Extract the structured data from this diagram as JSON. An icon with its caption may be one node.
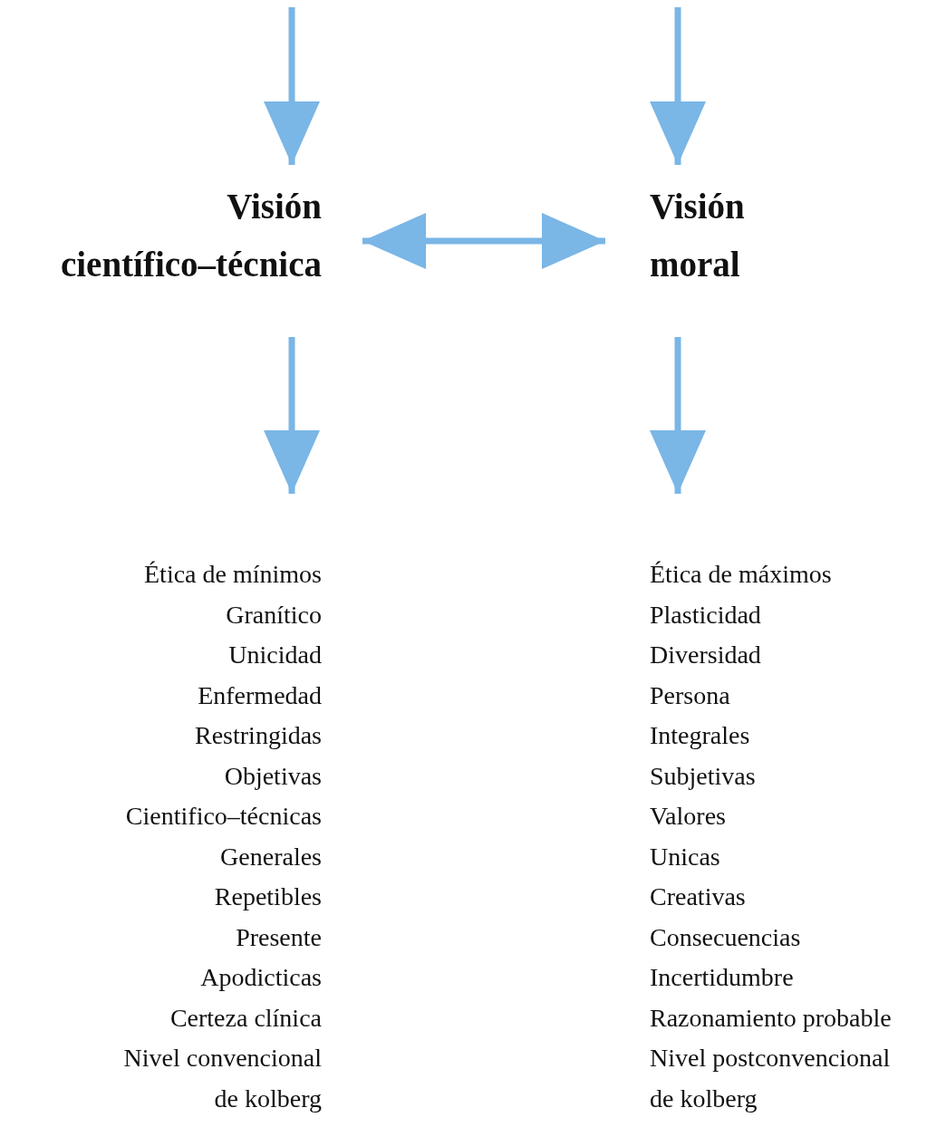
{
  "diagram": {
    "nodes": [
      {
        "text": [
          "Visión científico–técnica"
        ]
      },
      {
        "text": [
          "Visión moral"
        ]
      },
      {
        "text": [
          "Ética de mínimos",
          "Granítico",
          "Unicidad",
          "Enfermedad",
          "Restringidas",
          "Objetivas",
          "Cientifico–técnicas",
          "Generales",
          "Repetibles",
          "Presente",
          "Apodicticas",
          "Certeza clínica",
          "Nivel convencional de kolberg"
        ]
      },
      {
        "text": [
          "Ética de máximos",
          "Plasticidad",
          "Diversidad",
          "Persona",
          "Integrales",
          "Subjetivas",
          "Valores",
          "Unicas",
          "Creativas",
          "Consecuencias",
          "Incertidumbre",
          "Razonamiento probable",
          "Nivel postconvencional de kolberg"
        ]
      }
    ],
    "edges": [
      {
        "from": null,
        "to": 0,
        "arrow": "to"
      },
      {
        "from": null,
        "to": 1,
        "arrow": "to"
      },
      {
        "from": 0,
        "to": 1,
        "arrow": "both"
      },
      {
        "from": 0,
        "to": 2,
        "arrow": "to"
      },
      {
        "from": 1,
        "to": 3,
        "arrow": "to"
      }
    ]
  }
}
